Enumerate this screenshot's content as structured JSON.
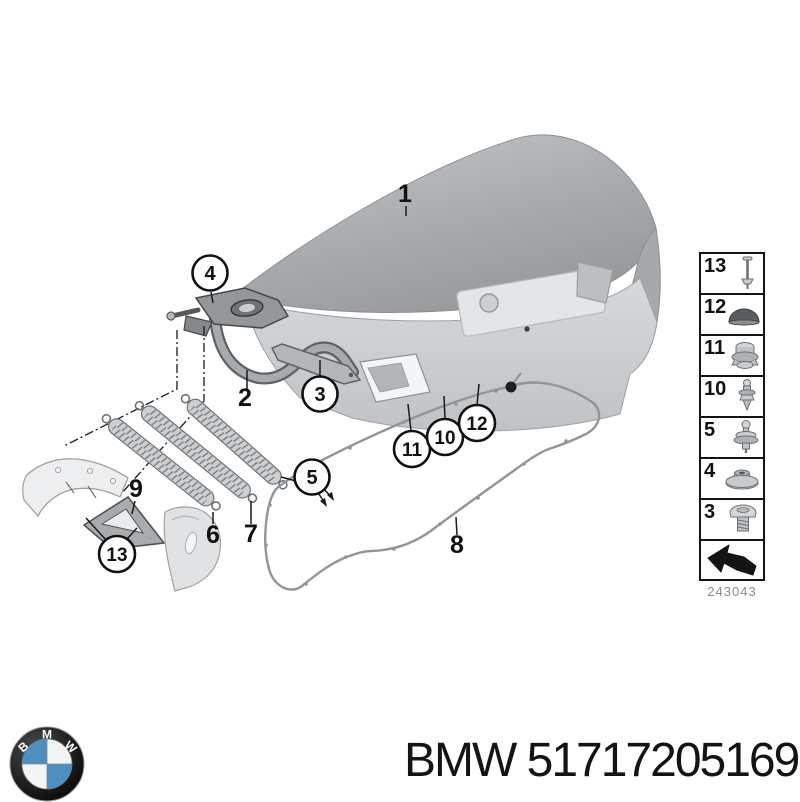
{
  "caption": {
    "text": "BMW 51717205169"
  },
  "logo": {
    "letters": [
      "B",
      "M",
      "W"
    ]
  },
  "legend": {
    "code": "243043",
    "rows": [
      {
        "num": "13",
        "icon": "push-pin-rivet-icon"
      },
      {
        "num": "12",
        "icon": "dome-cap-icon"
      },
      {
        "num": "11",
        "icon": "grommet-plug-icon"
      },
      {
        "num": "10",
        "icon": "expanding-rivet-icon"
      },
      {
        "num": "5",
        "icon": "ball-stud-icon"
      },
      {
        "num": "4",
        "icon": "flange-nut-icon"
      },
      {
        "num": "3",
        "icon": "screw-icon"
      },
      {
        "num": "",
        "icon": "reference-arrow-icon"
      }
    ]
  },
  "callouts": {
    "plain": {
      "n1": "1",
      "n2": "2",
      "n6": "6",
      "n7": "7",
      "n8": "8",
      "n9": "9"
    },
    "circled": {
      "n3": "3",
      "n4": "4",
      "n5": "5",
      "n10": "10",
      "n11": "11",
      "n12": "12",
      "n13": "13"
    }
  },
  "colors": {
    "body_gray": "#a9acaf",
    "line_dark": "#1a1a1a",
    "legend_code_gray": "#8c8c8c",
    "bmw_blue": "#4d8ec3"
  }
}
